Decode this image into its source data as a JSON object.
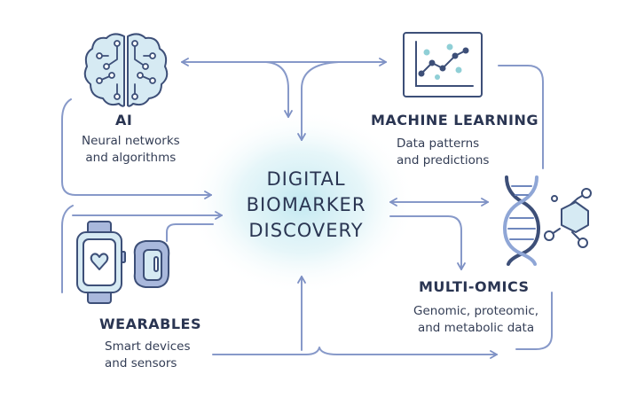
{
  "center": {
    "title": "DIGITAL\nBIOMARKER\nDISCOVERY"
  },
  "nodes": {
    "ai": {
      "title": "AI",
      "description": "Neural networks\nand algorithms",
      "icon": "brain-icon"
    },
    "machine_learning": {
      "title": "MACHINE LEARNING",
      "description": "Data patterns\nand predictions",
      "icon": "scatter-chart-icon"
    },
    "wearables": {
      "title": "WEARABLES",
      "description": "Smart devices\nand sensors",
      "icon": "smartwatch-icon"
    },
    "multi_omics": {
      "title": "MULTI-OMICS",
      "description": "Genomic, proteomic,\nand metabolic data",
      "icon": "dna-molecule-icon"
    }
  },
  "colors": {
    "connector": "#7d90c4",
    "connector_light": "#a6b4d8",
    "icon_fill": "#d6eaf3",
    "icon_stroke": "#3d4f78",
    "accent_teal": "#8fcfd6",
    "center_glow": "#bfe7f0"
  }
}
